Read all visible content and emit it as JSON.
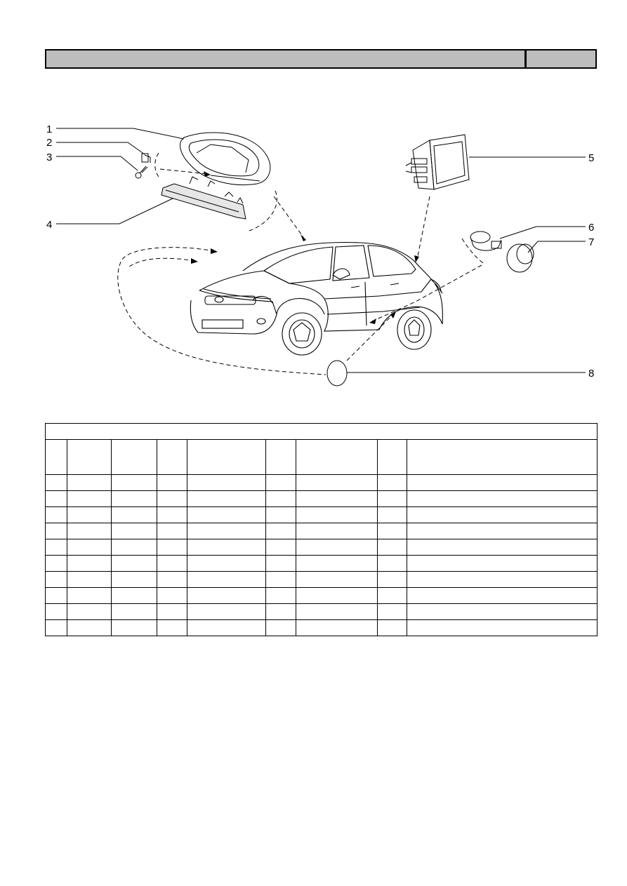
{
  "header": {
    "title": "",
    "code": ""
  },
  "diagram": {
    "callouts": [
      {
        "id": "1",
        "label": "1"
      },
      {
        "id": "2",
        "label": "2"
      },
      {
        "id": "3",
        "label": "3"
      },
      {
        "id": "4",
        "label": "4"
      },
      {
        "id": "5",
        "label": "5"
      },
      {
        "id": "6",
        "label": "6"
      },
      {
        "id": "7",
        "label": "7"
      },
      {
        "id": "8",
        "label": "8"
      }
    ]
  },
  "parts_table": {
    "title": "",
    "columns": [
      "",
      "",
      "",
      "",
      "",
      "",
      "",
      "",
      ""
    ],
    "rows": [
      [
        "",
        "",
        "",
        "",
        "",
        "",
        "",
        "",
        ""
      ],
      [
        "",
        "",
        "",
        "",
        "",
        "",
        "",
        "",
        ""
      ],
      [
        "",
        "",
        "",
        "",
        "",
        "",
        "",
        "",
        ""
      ],
      [
        "",
        "",
        "",
        "",
        "",
        "",
        "",
        "",
        ""
      ],
      [
        "",
        "",
        "",
        "",
        "",
        "",
        "",
        "",
        ""
      ],
      [
        "",
        "",
        "",
        "",
        "",
        "",
        "",
        "",
        ""
      ],
      [
        "",
        "",
        "",
        "",
        "",
        "",
        "",
        "",
        ""
      ],
      [
        "",
        "",
        "",
        "",
        "",
        "",
        "",
        "",
        ""
      ],
      [
        "",
        "",
        "",
        "",
        "",
        "",
        "",
        "",
        ""
      ],
      [
        "",
        "",
        "",
        "",
        "",
        "",
        "",
        "",
        ""
      ]
    ]
  }
}
